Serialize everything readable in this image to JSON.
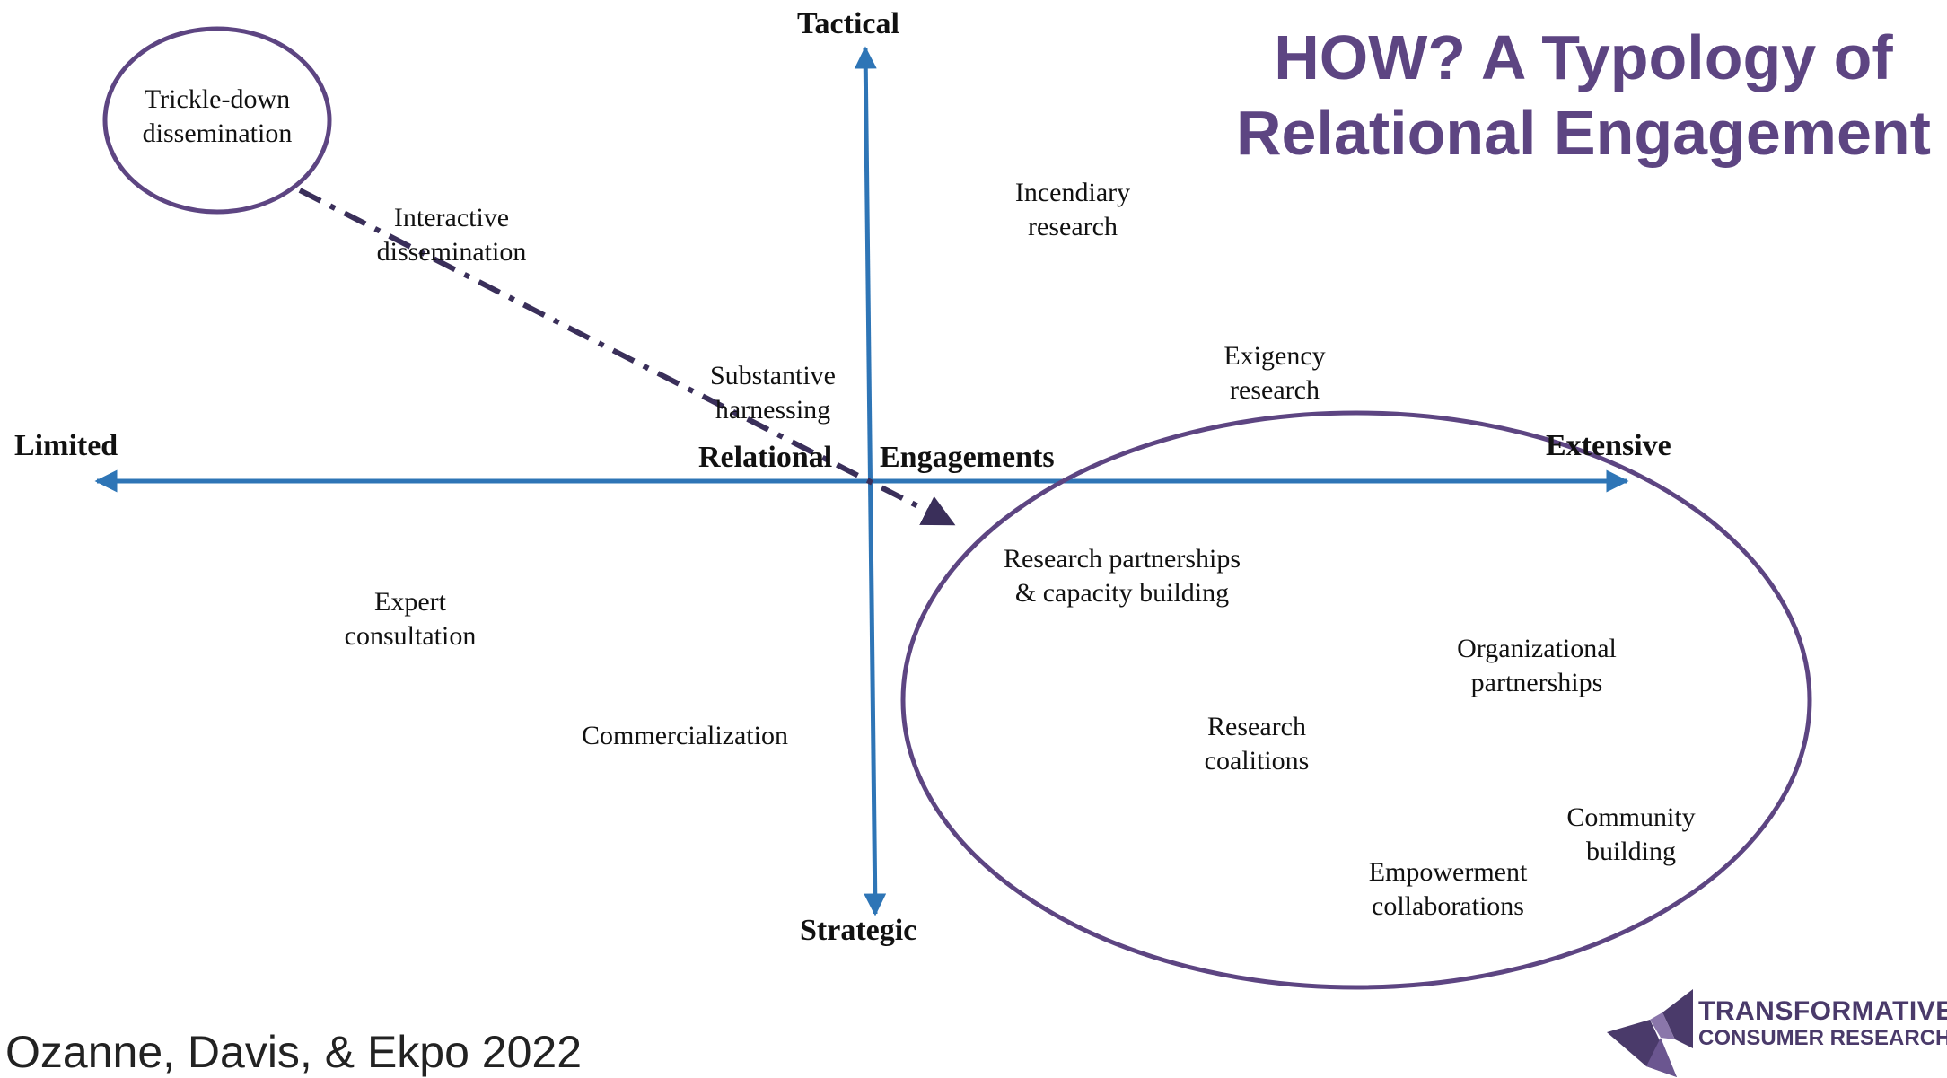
{
  "title": {
    "line1": "HOW? A Typology of",
    "line2": "Relational Engagement"
  },
  "axes": {
    "top": "Tactical",
    "bottom": "Strategic",
    "left": "Limited",
    "right": "Extensive",
    "center_left": "Relational",
    "center_right": "Engagements"
  },
  "labels": {
    "trickle_down": [
      "Trickle-down",
      "dissemination"
    ],
    "interactive": [
      "Interactive",
      "dissemination"
    ],
    "incendiary": [
      "Incendiary",
      "research"
    ],
    "substantive": [
      "Substantive",
      "harnessing"
    ],
    "exigency": [
      "Exigency",
      "research"
    ],
    "expert": [
      "Expert",
      "consultation"
    ],
    "commercialization": [
      "Commercialization"
    ],
    "research_partnerships": [
      "Research partnerships",
      "& capacity building"
    ],
    "organizational": [
      "Organizational",
      "partnerships"
    ],
    "coalitions": [
      "Research",
      "coalitions"
    ],
    "community": [
      "Community",
      "building"
    ],
    "empowerment": [
      "Empowerment",
      "collaborations"
    ]
  },
  "citation": "Ozanne, Davis, & Ekpo 2022",
  "logo": {
    "line1": "TRANSFORMATIVE",
    "line2": "CONSUMER RESEARCH"
  },
  "colors": {
    "axis": "#2e75b6",
    "accent": "#5d4582",
    "text": "#111111"
  }
}
